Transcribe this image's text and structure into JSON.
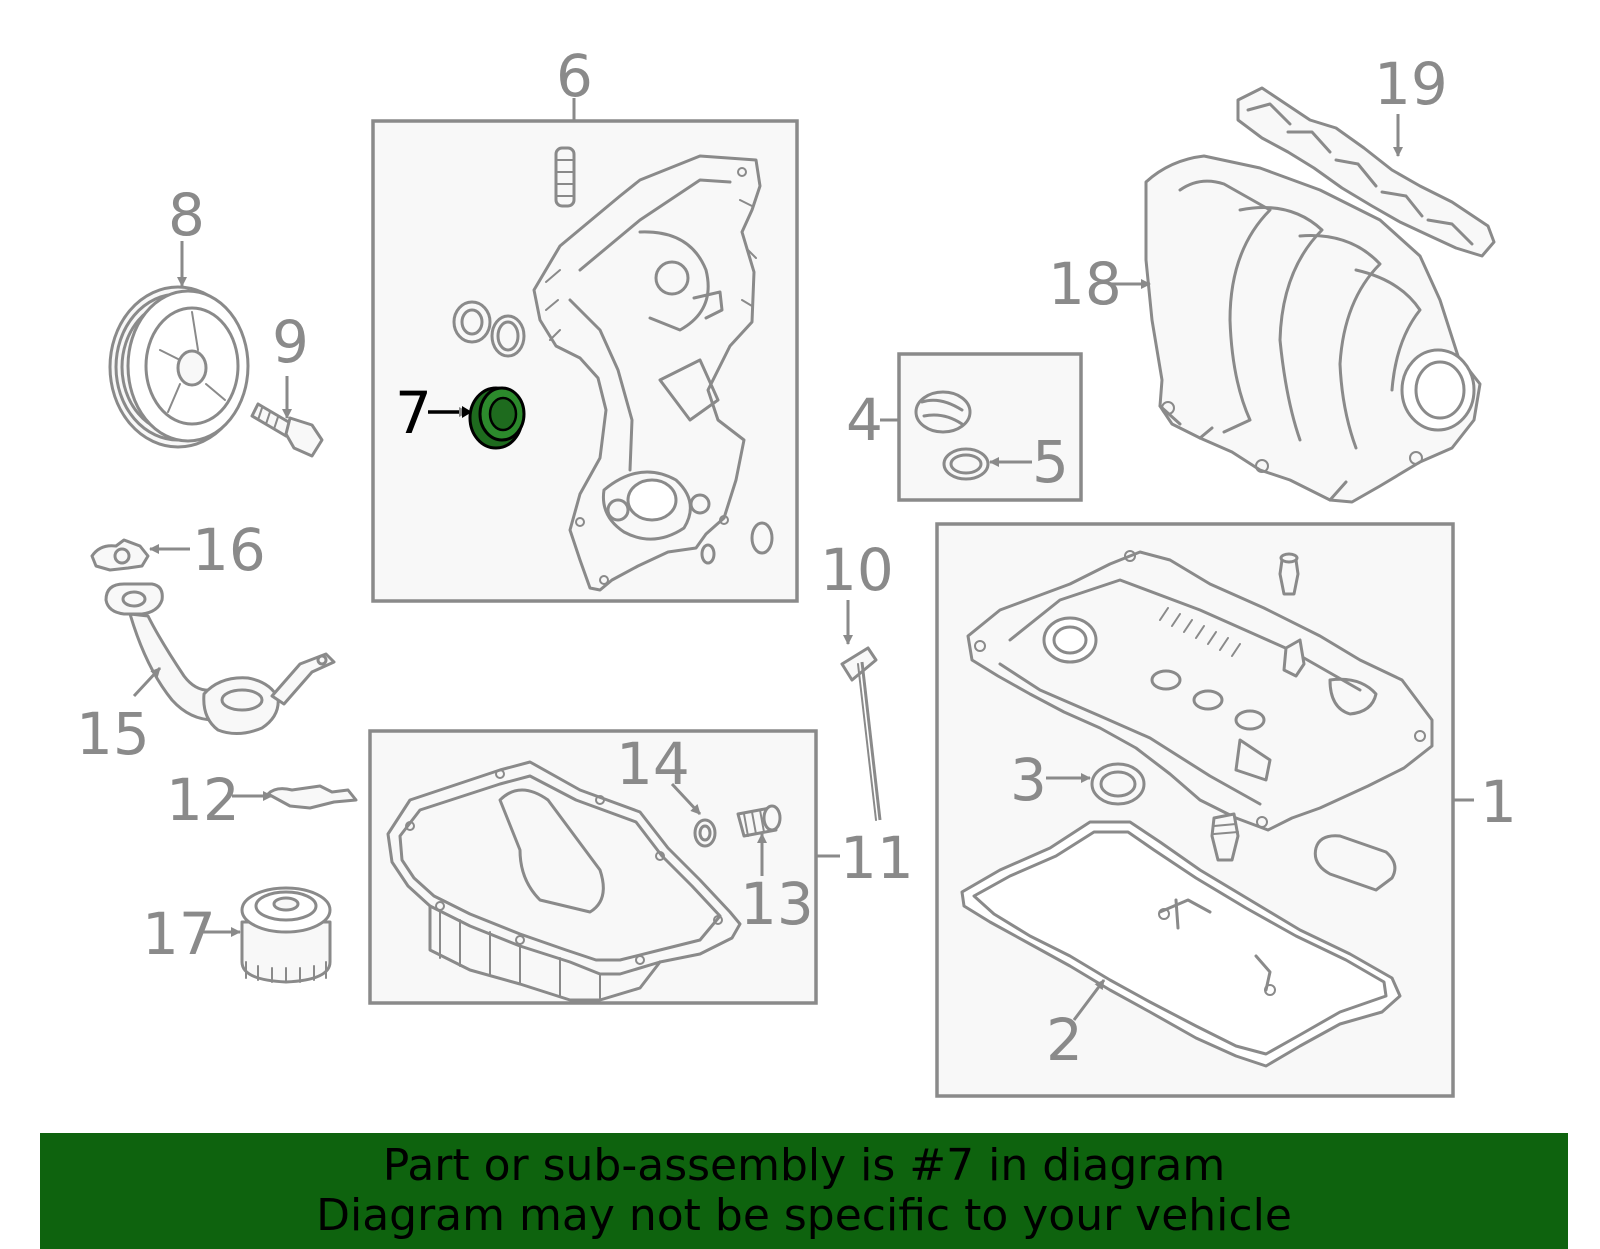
{
  "diagram": {
    "labels": {
      "l1": "1",
      "l2": "2",
      "l3": "3",
      "l4": "4",
      "l5": "5",
      "l6": "6",
      "l7": "7",
      "l8": "8",
      "l9": "9",
      "l10": "10",
      "l11": "11",
      "l12": "12",
      "l13": "13",
      "l14": "14",
      "l15": "15",
      "l16": "16",
      "l17": "17",
      "l18": "18",
      "l19": "19"
    },
    "highlighted_part": "7",
    "colors": {
      "line": "#8a8a8a",
      "highlight_fill": "#1e6b1e",
      "highlight_label": "#000000",
      "banner_background": "#0e630e"
    }
  },
  "banner": {
    "line1": "Part or sub-assembly is #7 in diagram",
    "line2": "Diagram may not be specific to your vehicle"
  }
}
